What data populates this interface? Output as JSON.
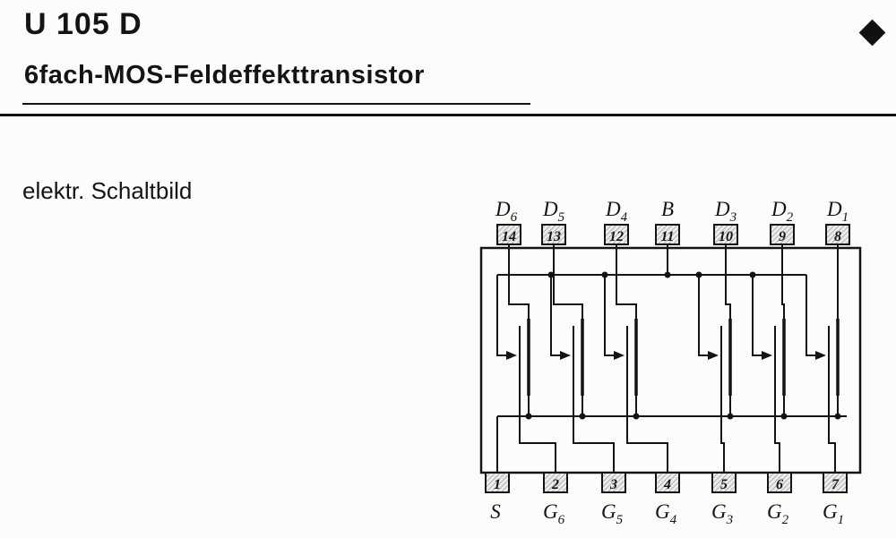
{
  "page": {
    "title": "U 105 D",
    "subtitle": "6fach-MOS-Feldeffekttransistor",
    "section_label": "elektr. Schaltbild"
  },
  "icons": {
    "corner": "filled-diamond"
  },
  "schematic": {
    "top_pins": [
      {
        "num": "14",
        "label": "D",
        "sub": "6"
      },
      {
        "num": "13",
        "label": "D",
        "sub": "5"
      },
      {
        "num": "12",
        "label": "D",
        "sub": "4"
      },
      {
        "num": "11",
        "label": "B",
        "sub": ""
      },
      {
        "num": "10",
        "label": "D",
        "sub": "3"
      },
      {
        "num": "9",
        "label": "D",
        "sub": "2"
      },
      {
        "num": "8",
        "label": "D",
        "sub": "1"
      }
    ],
    "bottom_pins": [
      {
        "num": "1",
        "label": "S",
        "sub": ""
      },
      {
        "num": "2",
        "label": "G",
        "sub": "6"
      },
      {
        "num": "3",
        "label": "G",
        "sub": "5"
      },
      {
        "num": "4",
        "label": "G",
        "sub": "4"
      },
      {
        "num": "5",
        "label": "G",
        "sub": "3"
      },
      {
        "num": "6",
        "label": "G",
        "sub": "2"
      },
      {
        "num": "7",
        "label": "G",
        "sub": "1"
      }
    ]
  }
}
